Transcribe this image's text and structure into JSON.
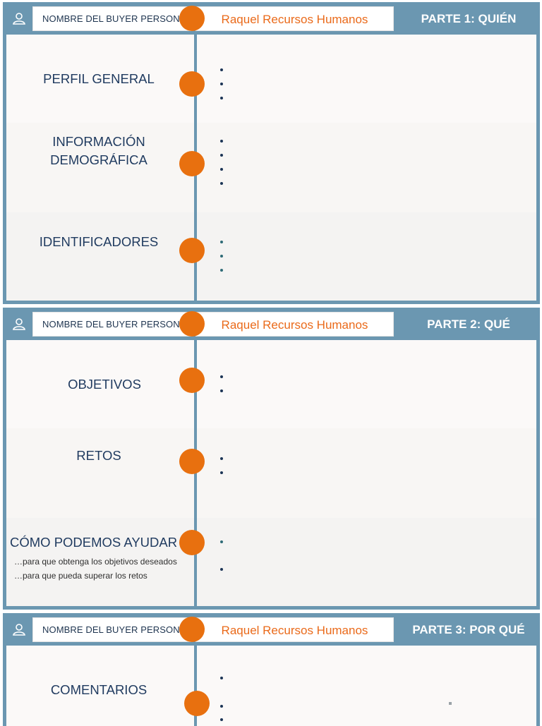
{
  "header_label": "NOMBRE DEL BUYER PERSONA",
  "persona_name": "Raquel Recursos Humanos",
  "icons": {
    "user": "user-icon"
  },
  "colors": {
    "accent": "#e8700f",
    "frame": "#6b97b1",
    "title": "#1f3a5f"
  },
  "part1": {
    "title": "PARTE 1: QUIÉN",
    "sections": [
      {
        "label": "PERFIL GENERAL",
        "bullets": 3
      },
      {
        "label": "INFORMACIÓN DEMOGRÁFICA",
        "bullets": 4
      },
      {
        "label": "IDENTIFICADORES",
        "bullets": 3
      }
    ]
  },
  "part2": {
    "title": "PARTE 2: QUÉ",
    "sections": [
      {
        "label": "OBJETIVOS",
        "bullets": 2
      },
      {
        "label": "RETOS",
        "bullets": 2
      },
      {
        "label": "CÓMO PODEMOS AYUDAR",
        "notes": [
          "…para que obtenga los objetivos deseados",
          "…para que pueda superar los retos"
        ],
        "bullets": 2
      }
    ]
  },
  "part3": {
    "title": "PARTE 3: POR QUÉ",
    "sections": [
      {
        "label": "COMENTARIOS",
        "bullets": 3
      }
    ]
  }
}
